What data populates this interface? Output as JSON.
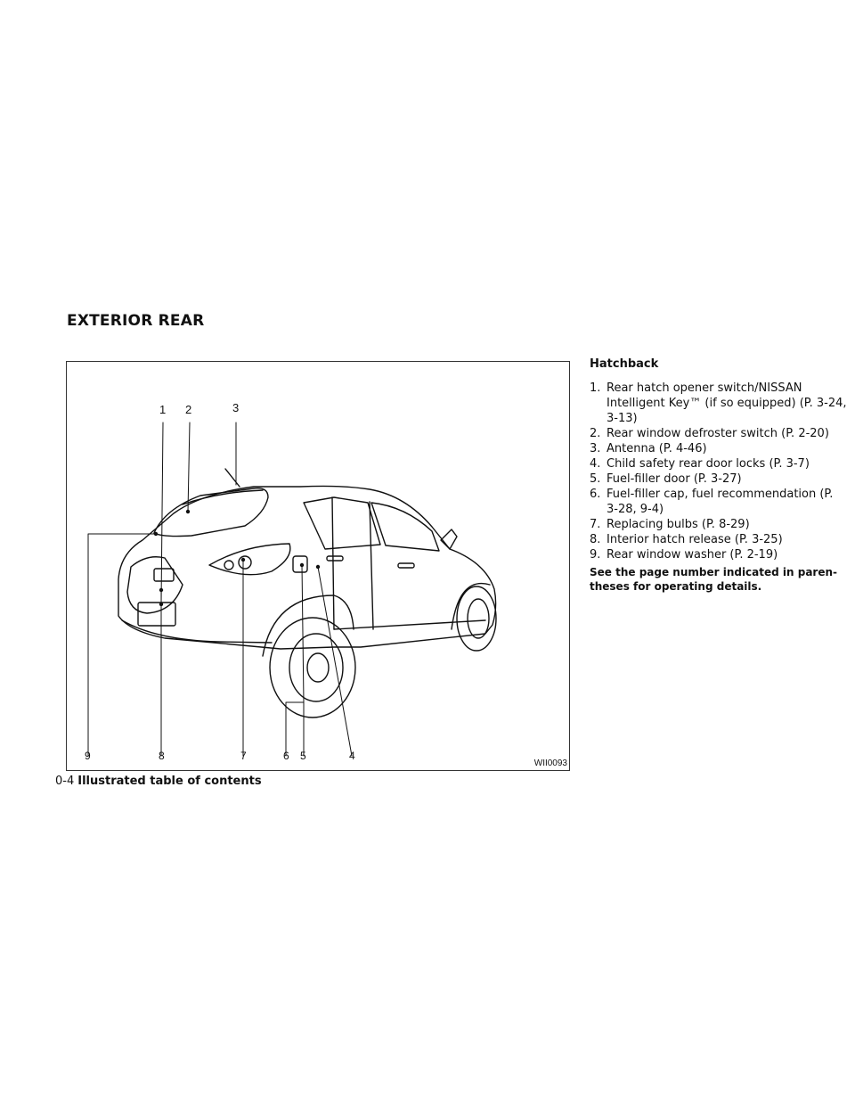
{
  "section_title": "EXTERIOR REAR",
  "figure": {
    "id": "WII0093",
    "callouts_top": [
      "1",
      "2",
      "3"
    ],
    "callouts_bottom": [
      "9",
      "8",
      "7",
      "6",
      "5",
      "4"
    ]
  },
  "legend": {
    "heading": "Hatchback",
    "items": [
      {
        "num": "1.",
        "text": "Rear hatch opener switch/NISSAN Intelligent Key™ (if so equipped) (P. 3-24, 3-13)"
      },
      {
        "num": "2.",
        "text": "Rear window defroster switch (P. 2-20)"
      },
      {
        "num": "3.",
        "text": "Antenna (P. 4-46)"
      },
      {
        "num": "4.",
        "text": "Child safety rear door locks (P. 3-7)"
      },
      {
        "num": "5.",
        "text": "Fuel-filler door (P. 3-27)"
      },
      {
        "num": "6.",
        "text": "Fuel-filler cap, fuel recommendation (P. 3-28, 9-4)"
      },
      {
        "num": "7.",
        "text": "Replacing bulbs (P. 8-29)"
      },
      {
        "num": "8.",
        "text": "Interior hatch release (P. 3-25)"
      },
      {
        "num": "9.",
        "text": "Rear window washer (P. 2-19)"
      }
    ],
    "note": "See the page number indicated in paren- theses for operating details."
  },
  "footer": {
    "page": "0-4",
    "chapter": "Illustrated table of contents"
  },
  "colors": {
    "ink": "#111111",
    "background": "#ffffff"
  }
}
